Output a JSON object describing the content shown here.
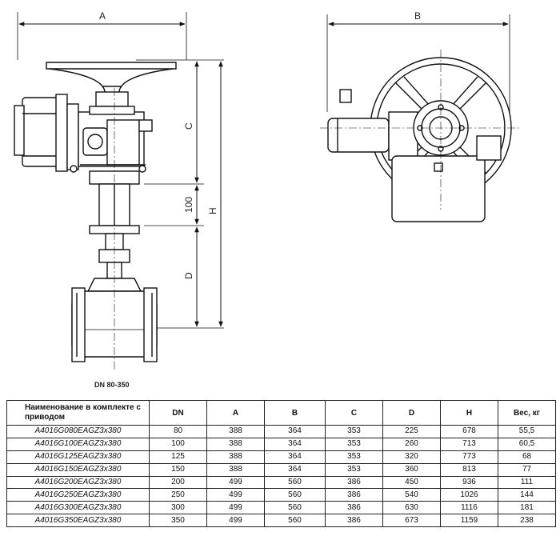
{
  "drawing": {
    "dim_labels": {
      "A": "A",
      "B": "B",
      "C": "C",
      "D": "D",
      "H": "H",
      "fixed": "100"
    },
    "caption": "DN 80-350"
  },
  "table": {
    "headers": [
      "Наименование в комплекте с приводом",
      "DN",
      "A",
      "B",
      "C",
      "D",
      "H",
      "Вес, кг"
    ],
    "rows": [
      [
        "A4016G080EAGZ3x380",
        "80",
        "388",
        "364",
        "353",
        "225",
        "678",
        "55,5"
      ],
      [
        "A4016G100EAGZ3x380",
        "100",
        "388",
        "364",
        "353",
        "260",
        "713",
        "60,5"
      ],
      [
        "A4016G125EAGZ3x380",
        "125",
        "388",
        "364",
        "353",
        "320",
        "773",
        "68"
      ],
      [
        "A4016G150EAGZ3x380",
        "150",
        "388",
        "364",
        "353",
        "360",
        "813",
        "77"
      ],
      [
        "A4016G200EAGZ3x380",
        "200",
        "499",
        "560",
        "386",
        "450",
        "936",
        "111"
      ],
      [
        "A4016G250EAGZ3x380",
        "250",
        "499",
        "560",
        "386",
        "540",
        "1026",
        "144"
      ],
      [
        "A4016G300EAGZ3x380",
        "300",
        "499",
        "560",
        "386",
        "630",
        "1116",
        "181"
      ],
      [
        "A4016G350EAGZ3x380",
        "350",
        "499",
        "560",
        "386",
        "673",
        "1159",
        "238"
      ]
    ]
  }
}
